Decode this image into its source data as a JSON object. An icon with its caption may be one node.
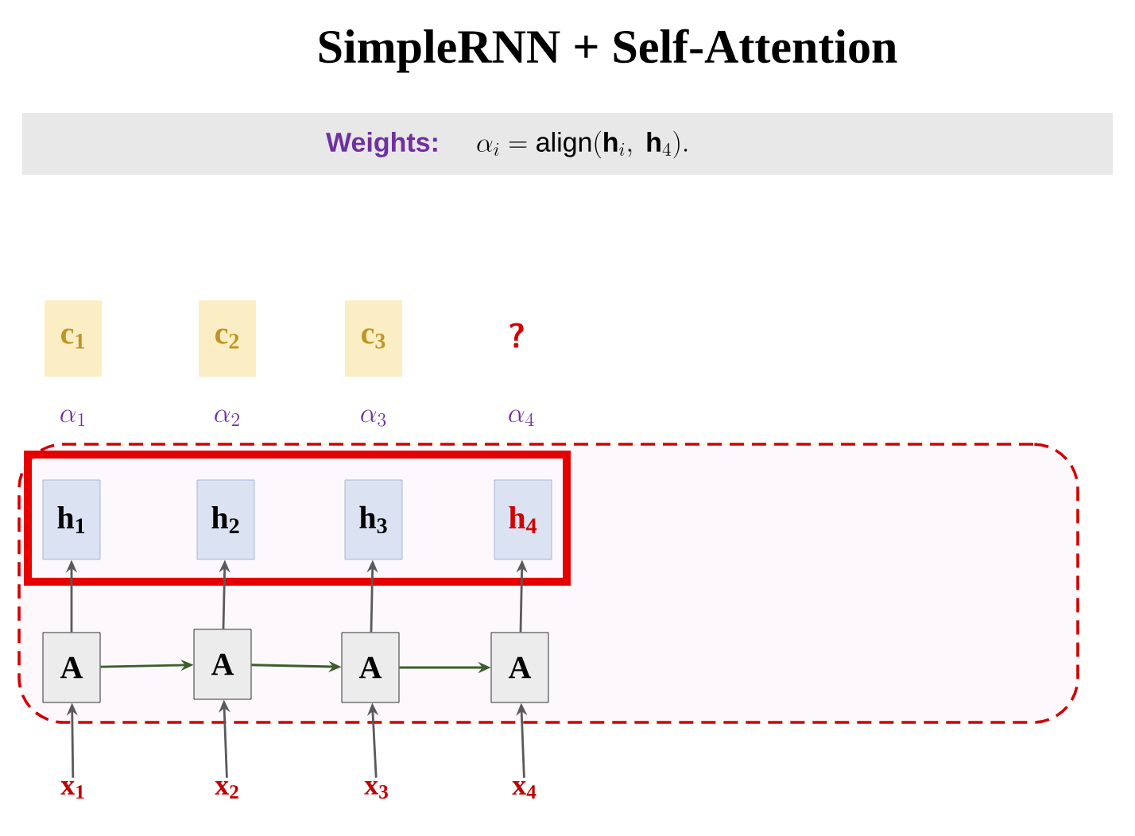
{
  "diagram": {
    "title": "SimpleRNN + Self-Attention",
    "nodes": [
      {
        "text": [],
        "shape": "box"
      },
      {
        "text": [],
        "shape": "box",
        "in": 0
      },
      {
        "text": [
          "h$_{1}$"
        ],
        "in": 1
      },
      {
        "text": [
          "h$_{2}$"
        ],
        "in": 1
      },
      {
        "text": [
          "h$_{3}$"
        ],
        "in": 1
      },
      {
        "text": [
          "h$_{4}$"
        ],
        "in": 1
      },
      {
        "text": [
          "A"
        ],
        "in": 0
      },
      {
        "text": [
          "A"
        ],
        "in": 0
      },
      {
        "text": [
          "A"
        ],
        "in": 0
      },
      {
        "text": [
          "A"
        ],
        "in": 0
      },
      {
        "text": [
          "x$_{1}$"
        ]
      },
      {
        "text": [
          "x$_{2}$"
        ]
      },
      {
        "text": [
          "x$_{3}$"
        ]
      },
      {
        "text": [
          "x$_{4}$"
        ]
      },
      {
        "text": [
          "c$_{1}$"
        ]
      },
      {
        "text": [
          "c$_{2}$"
        ]
      },
      {
        "text": [
          "c$_{3}$"
        ]
      },
      {
        "text": [
          "?"
        ]
      }
    ],
    "edges": [
      {
        "from": 10,
        "to": 6,
        "arrow": "to"
      },
      {
        "from": 6,
        "to": 2,
        "arrow": "to"
      },
      {
        "from": 11,
        "to": 7,
        "arrow": "to"
      },
      {
        "from": 7,
        "to": 3,
        "arrow": "to"
      },
      {
        "from": 12,
        "to": 8,
        "arrow": "to"
      },
      {
        "from": 8,
        "to": 4,
        "arrow": "to"
      },
      {
        "from": 13,
        "to": 9,
        "arrow": "to"
      },
      {
        "from": 9,
        "to": 5,
        "arrow": "to"
      },
      {
        "from": 6,
        "to": 7,
        "arrow": "to",
        "color": "#3b5e2b"
      },
      {
        "from": 7,
        "to": 8,
        "arrow": "to",
        "color": "#3b5e2b"
      },
      {
        "from": 8,
        "to": 9,
        "arrow": "to",
        "color": "#3b5e2b"
      }
    ],
    "labels": [
      "Weights:",
      "\\alpha_i = \\mathrm{align}(\\mathbf{h}_i,\\ \\mathbf{h}_4).",
      "\\alpha_1",
      "\\alpha_2",
      "\\alpha_3",
      "\\alpha_4"
    ]
  }
}
